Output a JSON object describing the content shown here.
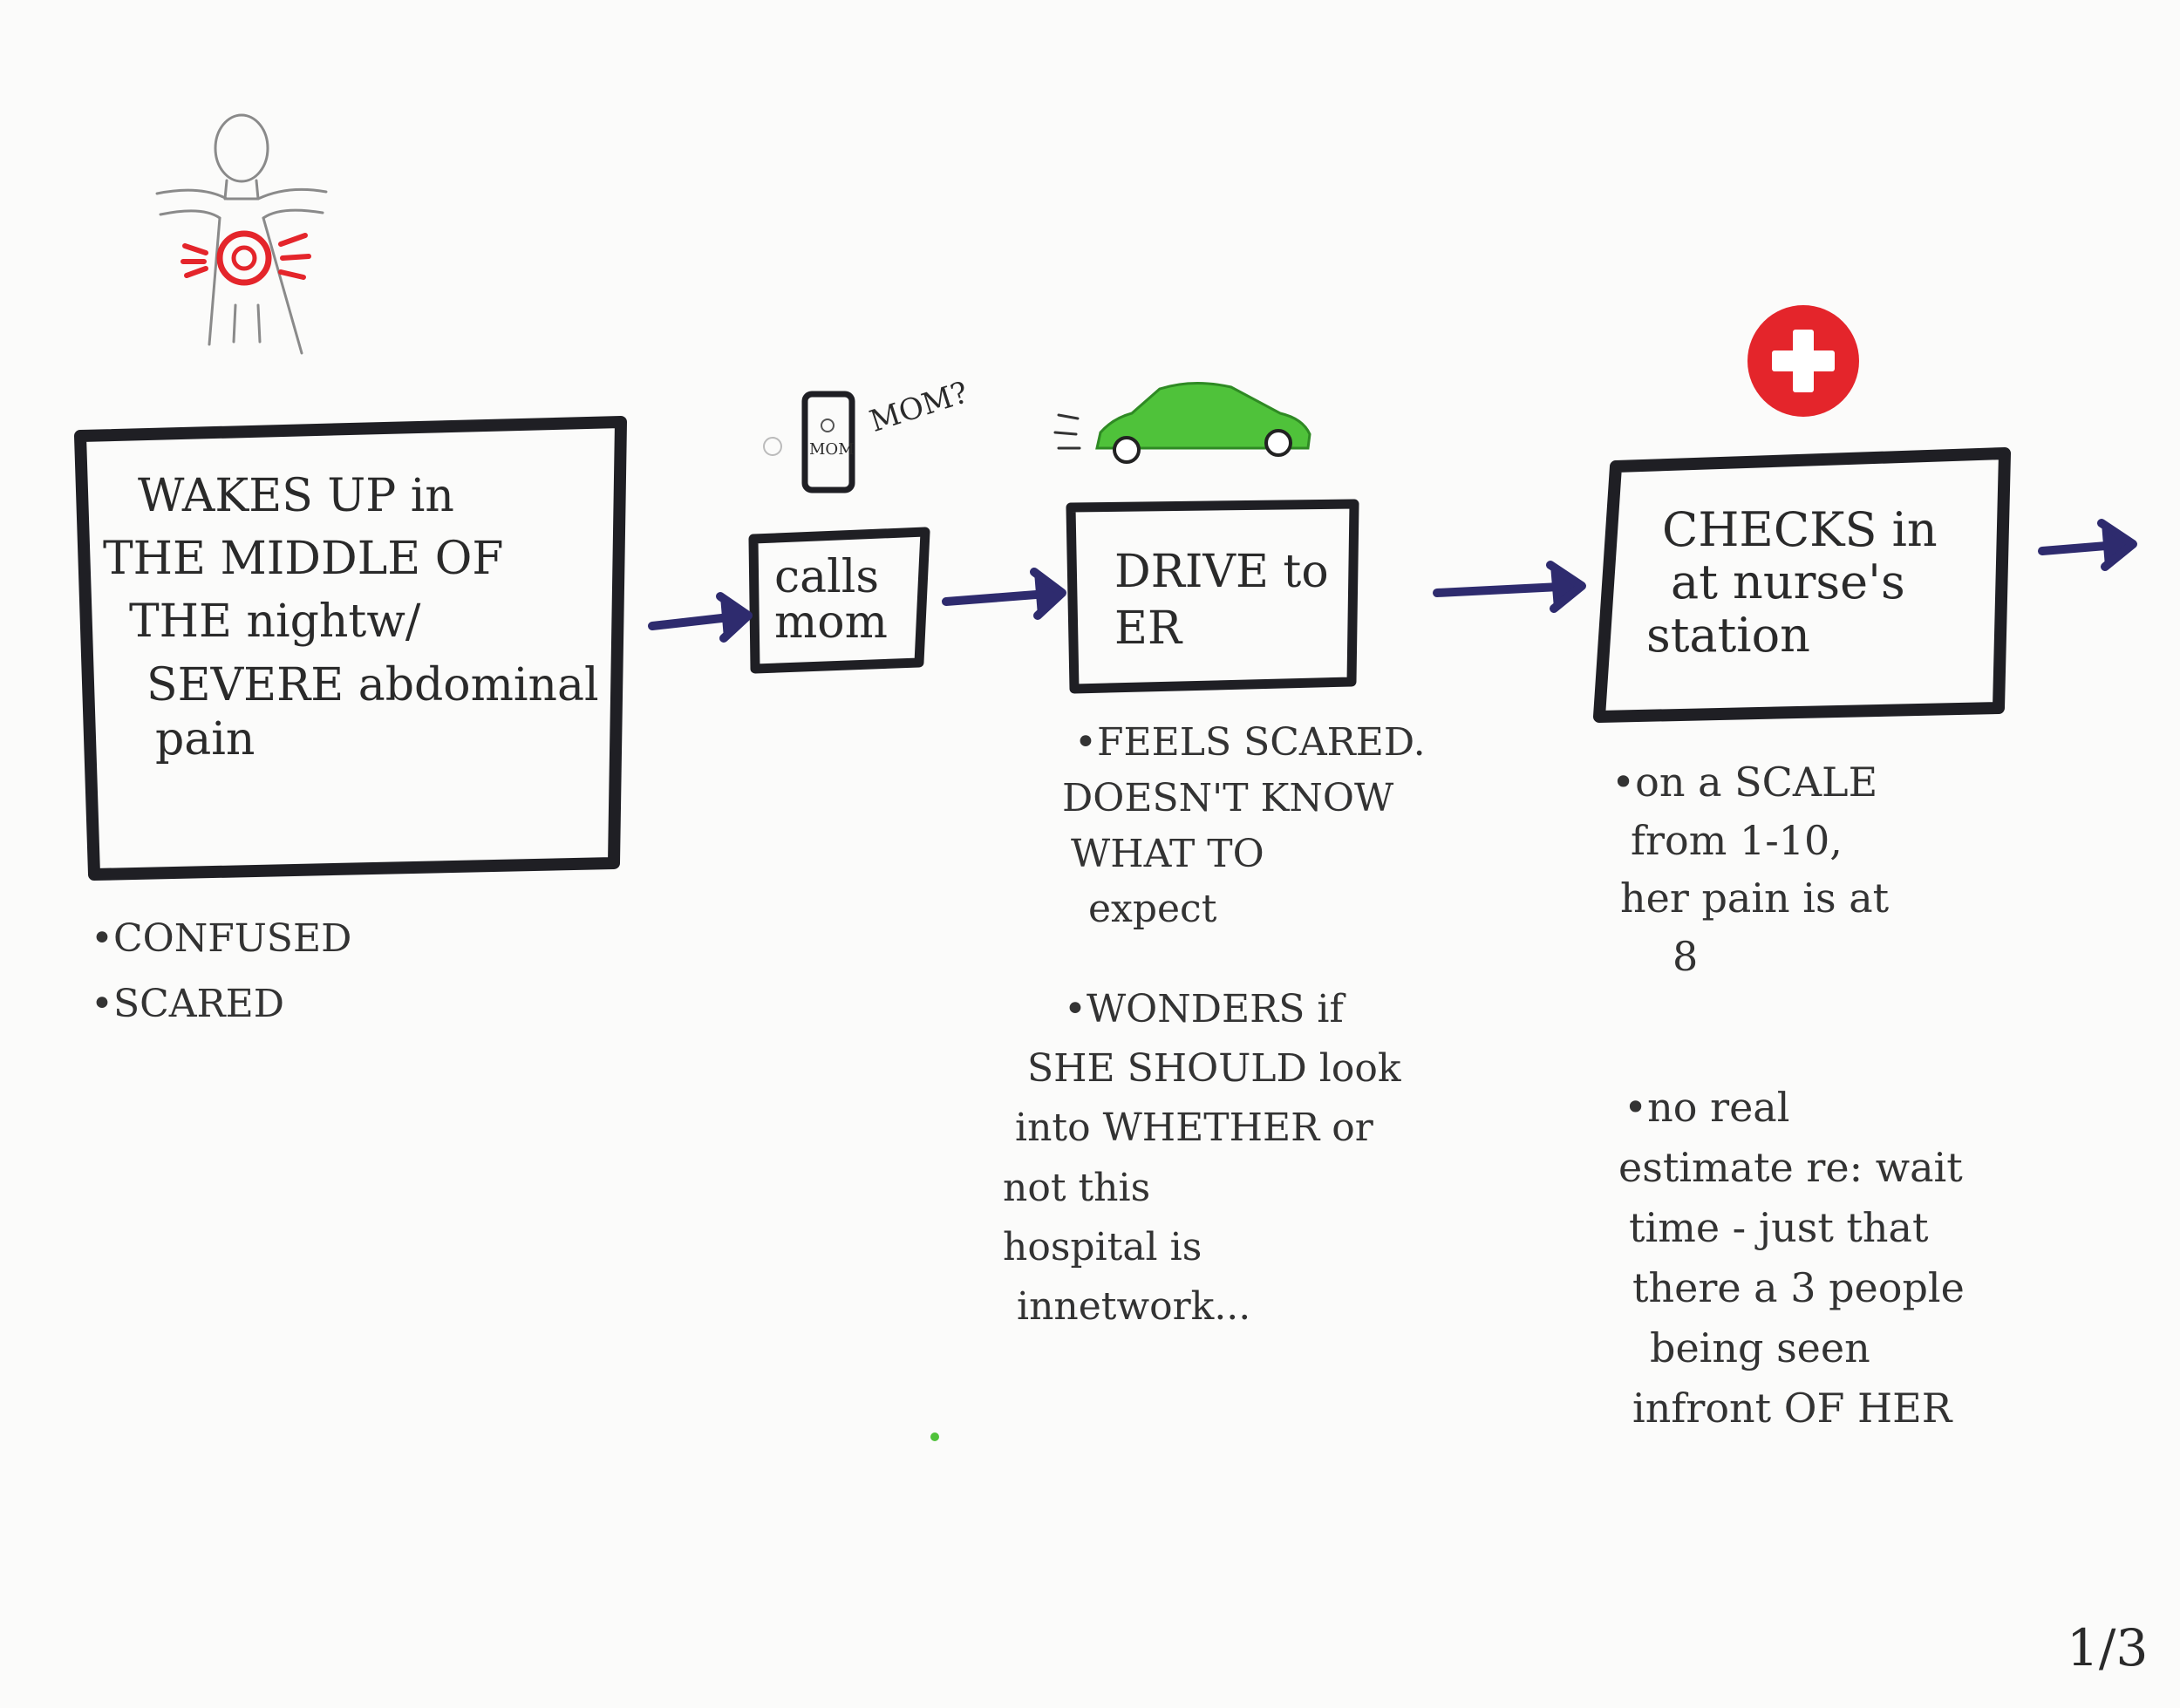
{
  "colors": {
    "ink": "#1f1f24",
    "arrow": "#2e2b6e",
    "accent_red": "#e4252b",
    "car_green": "#4fc23a"
  },
  "steps": [
    {
      "lines": [
        "WAKES UP in",
        "THE MIDDLE OF",
        "THE nightw/",
        "SEVERE abdominal",
        "pain"
      ]
    },
    {
      "lines": [
        "calls",
        "mom"
      ]
    },
    {
      "lines": [
        "DRIVE to",
        "ER"
      ]
    },
    {
      "lines": [
        "CHECKS in",
        "at nurse's",
        "station"
      ]
    }
  ],
  "phone": {
    "screen_label": "MOM",
    "caption": "MOM?"
  },
  "icons": [
    "person-in-pain-icon",
    "phone-icon",
    "car-icon",
    "medical-cross-icon"
  ],
  "notes": {
    "step1": [
      "•CONFUSED",
      "•SCARED"
    ],
    "step3_a": [
      "•FEELS SCARED.",
      "DOESN'T KNOW",
      "WHAT TO",
      "expect"
    ],
    "step3_b": [
      "•WONDERS if",
      "SHE SHOULD look",
      "into WHETHER or",
      "not this",
      "hospital is",
      "innetwork..."
    ],
    "step4_a": [
      "•on a SCALE",
      "from 1-10,",
      "her pain is at",
      "8"
    ],
    "step4_b": [
      "•no real",
      "estimate re: wait",
      "time - just that",
      "there a 3 people",
      "being seen",
      "infront OF HER"
    ]
  },
  "page_number": "1/3"
}
